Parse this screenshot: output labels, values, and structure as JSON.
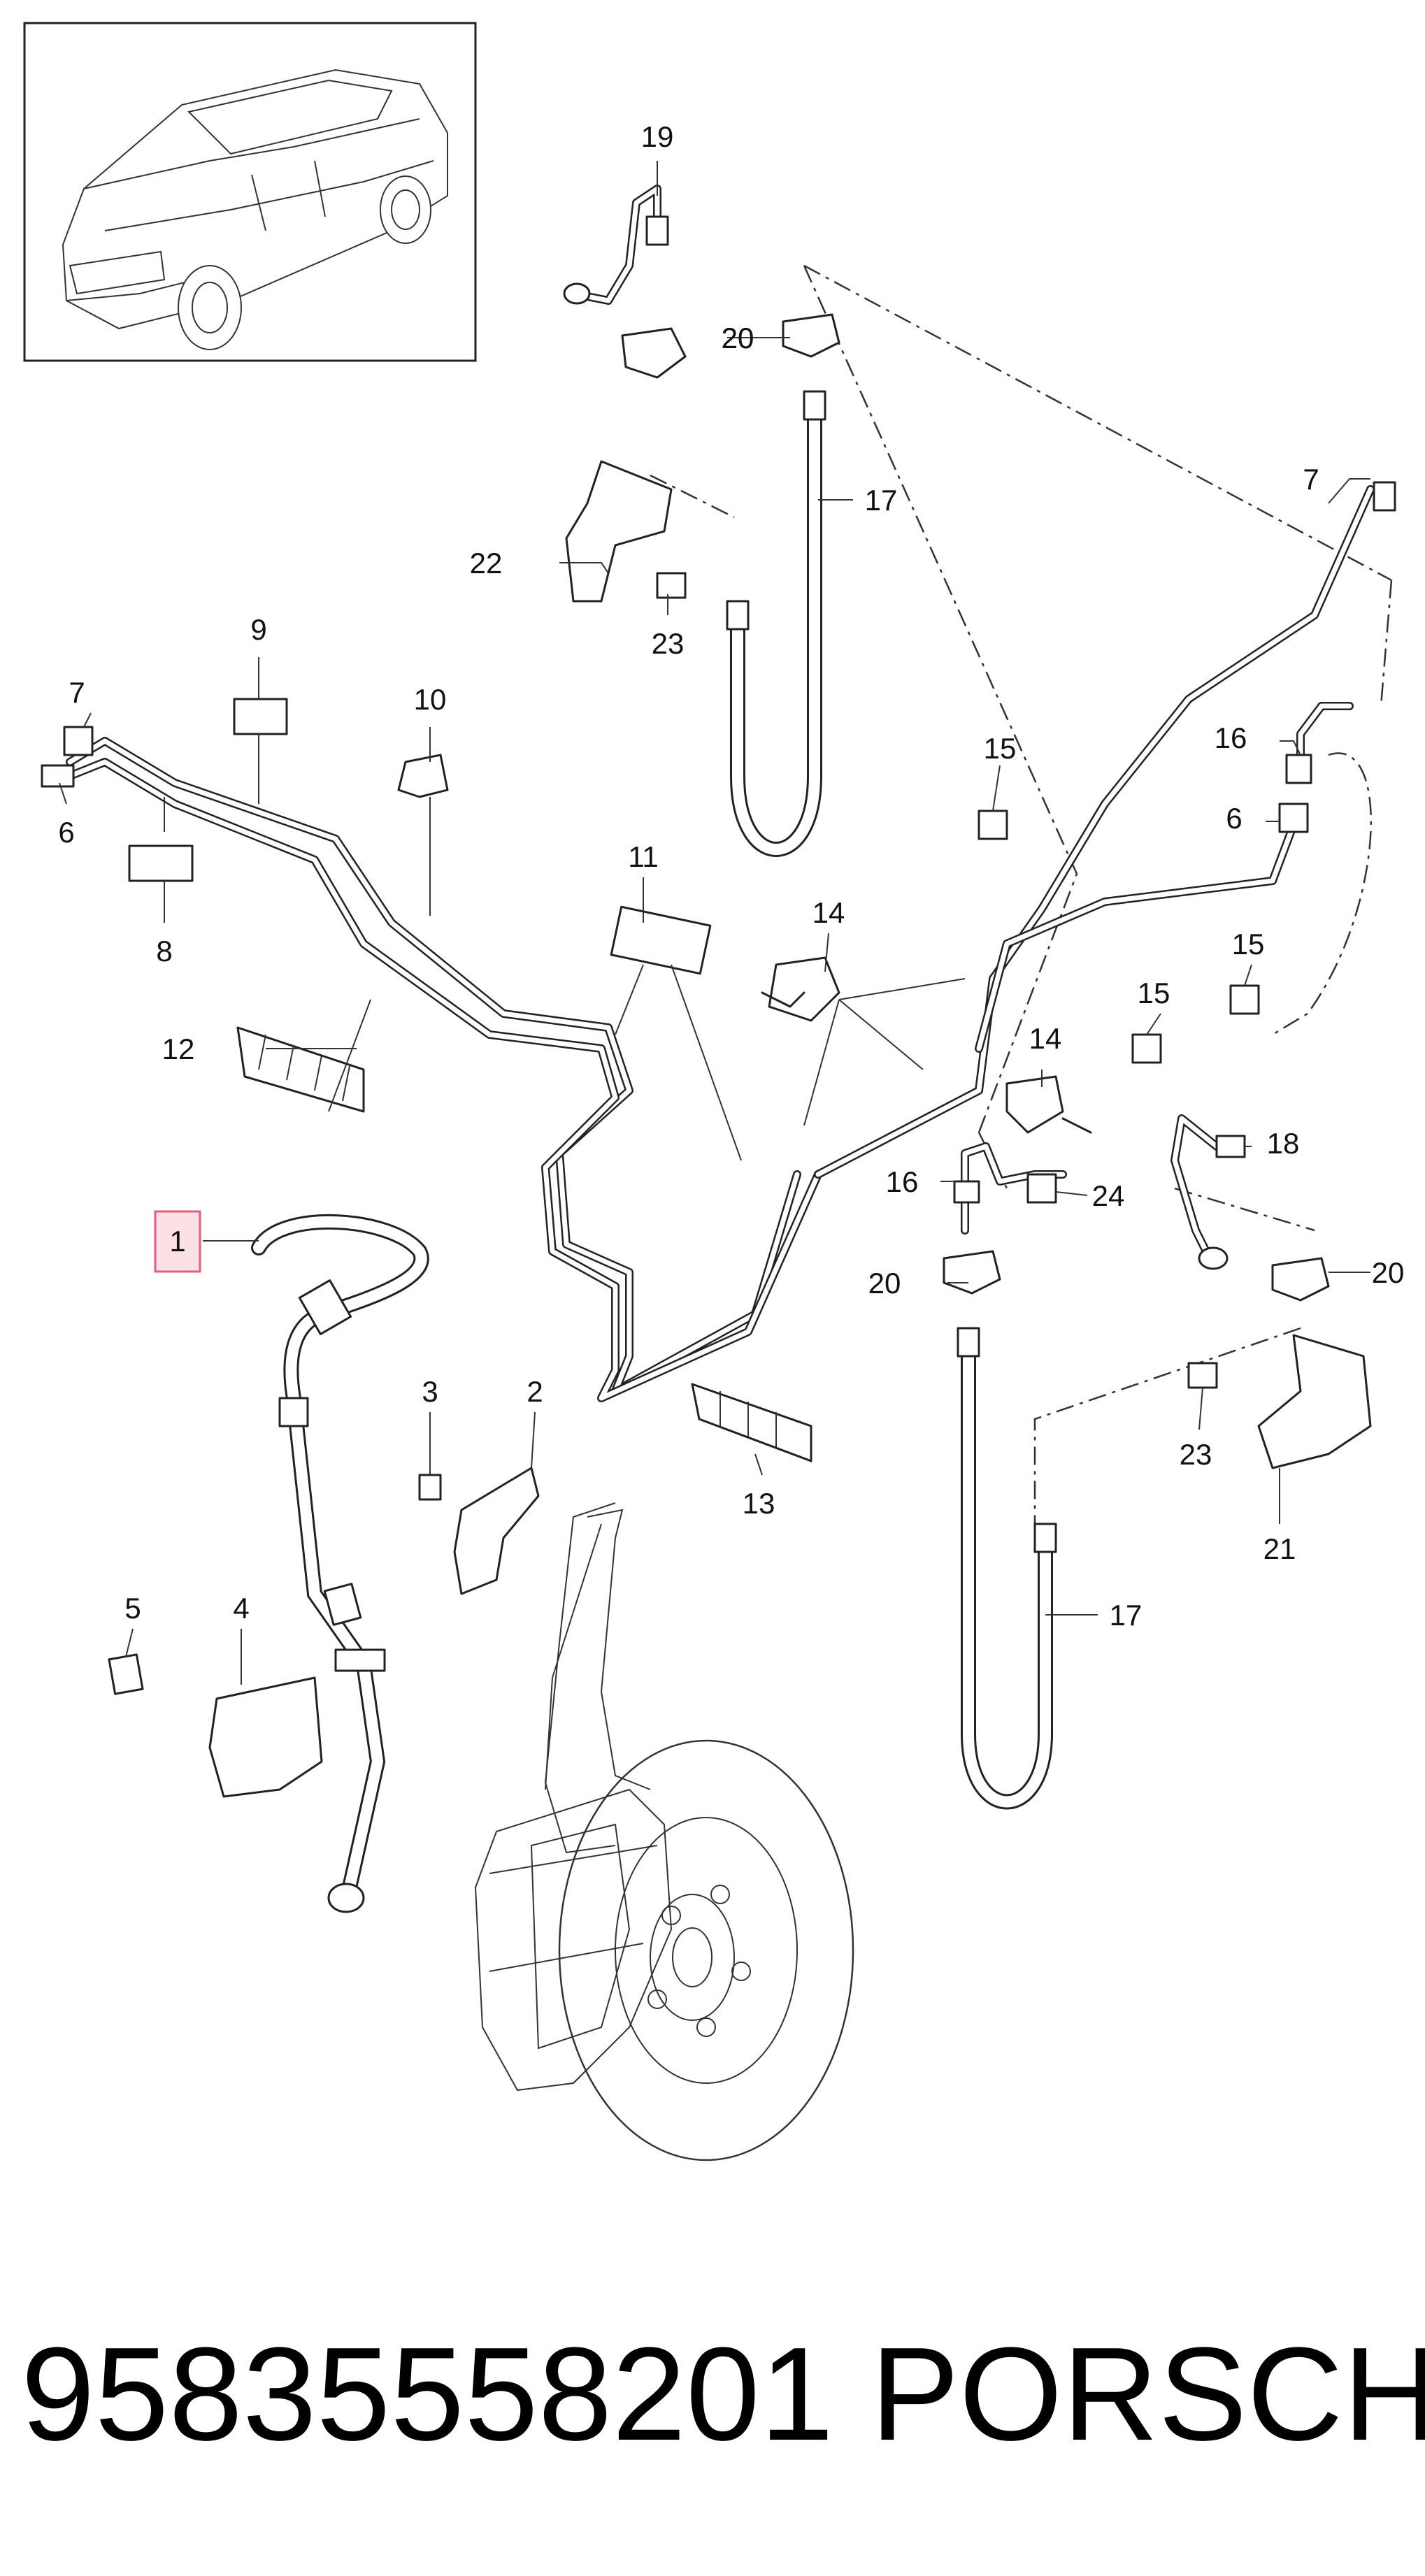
{
  "callouts": [
    {
      "text": "1"
    },
    {
      "text": "2"
    },
    {
      "text": "3"
    },
    {
      "text": "4"
    },
    {
      "text": "5"
    },
    {
      "text": "6"
    },
    {
      "text": "6"
    },
    {
      "text": "7"
    },
    {
      "text": "7"
    },
    {
      "text": "8"
    },
    {
      "text": "9"
    },
    {
      "text": "10"
    },
    {
      "text": "11"
    },
    {
      "text": "12"
    },
    {
      "text": "13"
    },
    {
      "text": "14"
    },
    {
      "text": "14"
    },
    {
      "text": "15"
    },
    {
      "text": "15"
    },
    {
      "text": "15"
    },
    {
      "text": "16"
    },
    {
      "text": "16"
    },
    {
      "text": "17"
    },
    {
      "text": "17"
    },
    {
      "text": "18"
    },
    {
      "text": "19"
    },
    {
      "text": "20"
    },
    {
      "text": "20"
    },
    {
      "text": "20"
    },
    {
      "text": "20"
    },
    {
      "text": "21"
    },
    {
      "text": "22"
    },
    {
      "text": "23"
    },
    {
      "text": "23"
    },
    {
      "text": "24"
    }
  ],
  "highlighted_part": "1",
  "footer": {
    "part_number": "95835558201",
    "brand": "PORSCHE"
  },
  "colors": {
    "highlight_fill": "#fbe0e6",
    "highlight_stroke": "#e35e7a",
    "line": "#222222"
  },
  "icons": [
    "car-thumbnail",
    "brake-disc",
    "brake-caliper",
    "steering-knuckle"
  ]
}
